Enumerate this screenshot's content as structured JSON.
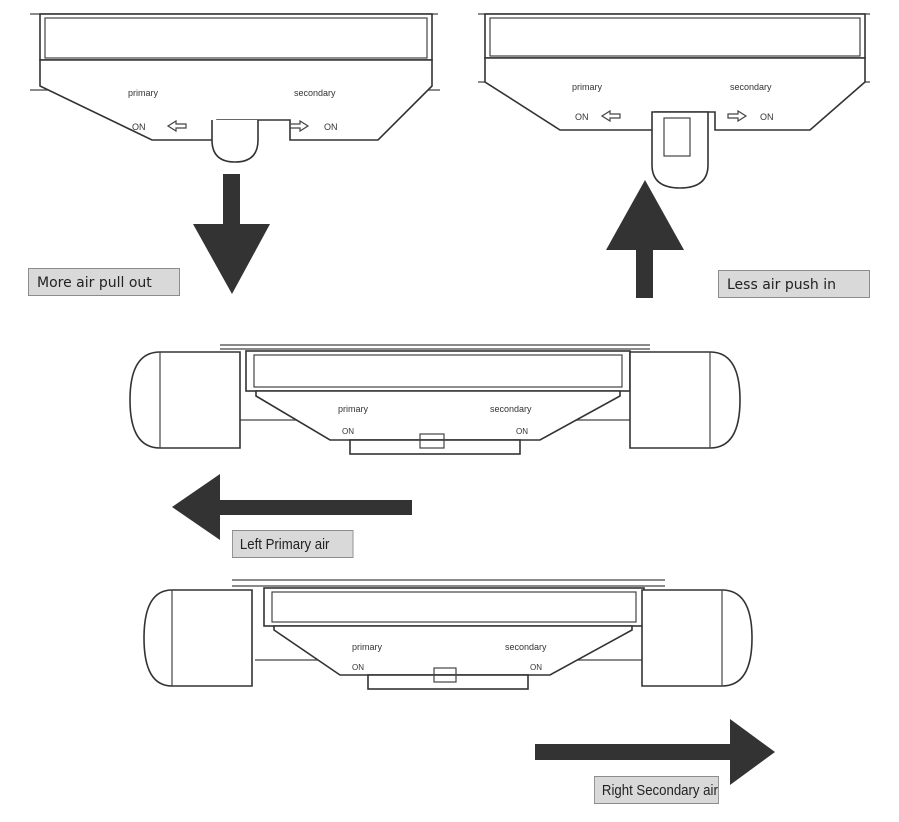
{
  "callouts": {
    "more_air": "More air pull out",
    "less_air": "Less air push in",
    "left_primary": "Left Primary air",
    "right_secondary": "Right Secondary air"
  },
  "device_labels": {
    "primary": "primary",
    "secondary": "secondary",
    "on": "ON"
  },
  "icons": {
    "arrow_color": "#333333",
    "callout_bg": "#d9d9d9"
  }
}
